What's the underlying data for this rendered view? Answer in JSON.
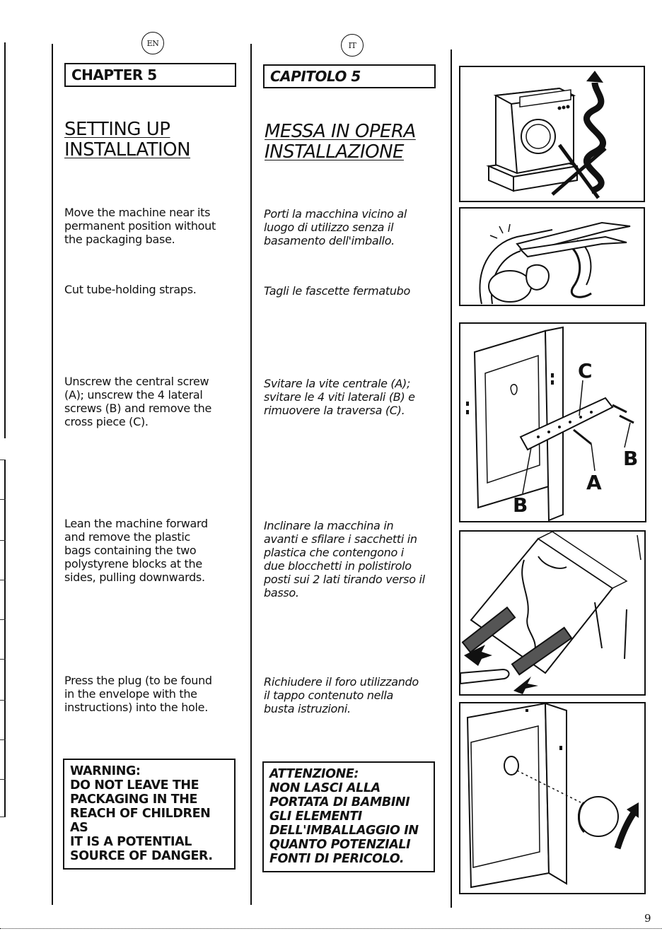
{
  "en": {
    "lang_badge": "EN",
    "chapter": "CHAPTER 5",
    "title_lines": [
      "SETTING UP",
      "INSTALLATION"
    ],
    "steps": [
      [
        "Move the machine near its",
        "permanent position without",
        "the packaging base."
      ],
      [
        "Cut tube-holding straps."
      ],
      [
        "Unscrew the central screw",
        "(A); unscrew the 4 lateral",
        "screws (B) and remove the",
        "cross piece (C)."
      ],
      [
        "Lean the machine forward",
        "and remove the plastic",
        "bags containing the two",
        "polystyrene blocks at the",
        "sides, pulling downwards."
      ],
      [
        "Press the plug (to be found",
        "in the envelope with the",
        "instructions) into the hole."
      ]
    ],
    "warning_lines": [
      "WARNING:",
      "DO NOT LEAVE THE",
      "PACKAGING IN THE",
      "REACH OF CHILDREN AS",
      "IT IS A POTENTIAL",
      "SOURCE OF DANGER."
    ]
  },
  "it": {
    "lang_badge": "IT",
    "chapter": "CAPITOLO 5",
    "title_lines": [
      "MESSA IN OPERA",
      "INSTALLAZIONE"
    ],
    "steps": [
      [
        "Porti la macchina vicino al",
        "luogo di utilizzo senza il",
        "basamento dell'imballo."
      ],
      [
        "Tagli le fascette fermatubo"
      ],
      [
        "Svitare la vite centrale (A);",
        "svitare le 4 viti laterali (B) e",
        "rimuovere la traversa (C)."
      ],
      [
        "Inclinare la macchina in",
        "avanti e sfilare i sacchetti in",
        "plastica che contengono i",
        "due blocchetti in polistirolo",
        "posti sui 2 lati tirando verso il",
        "basso."
      ],
      [
        "Richiudere il foro utilizzando",
        "il tappo contenuto nella",
        "busta istruzioni."
      ]
    ],
    "warning_lines": [
      "ATTENZIONE:",
      "NON LASCI ALLA",
      "PORTATA DI BAMBINI",
      "GLI ELEMENTI",
      "DELL'IMBALLAGGIO IN",
      "QUANTO POTENZIALI",
      "FONTI DI PERICOLO."
    ]
  },
  "figures": {
    "fig3_labels": {
      "c": "C",
      "b_right": "B",
      "a": "A",
      "b_left": "B"
    }
  },
  "page_number": "9"
}
